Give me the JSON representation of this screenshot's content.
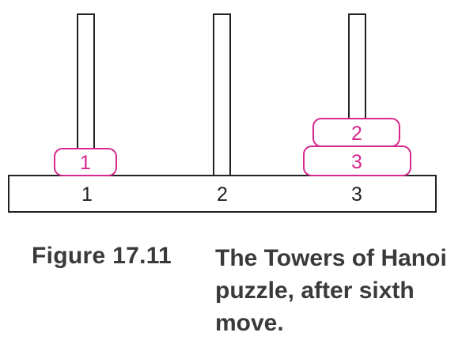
{
  "diagram": {
    "pegs": [
      {
        "label": "1"
      },
      {
        "label": "2"
      },
      {
        "label": "3"
      }
    ],
    "disks": [
      {
        "label": "1",
        "peg": 1,
        "level": 1
      },
      {
        "label": "2",
        "peg": 3,
        "level": 2
      },
      {
        "label": "3",
        "peg": 3,
        "level": 1
      }
    ],
    "colors": {
      "disk": "#d6288f",
      "line": "#222222",
      "caption": "#3a3a3a"
    }
  },
  "caption": {
    "label": "Figure 17.11",
    "text": "The Towers of Hanoi puzzle, after sixth move."
  }
}
